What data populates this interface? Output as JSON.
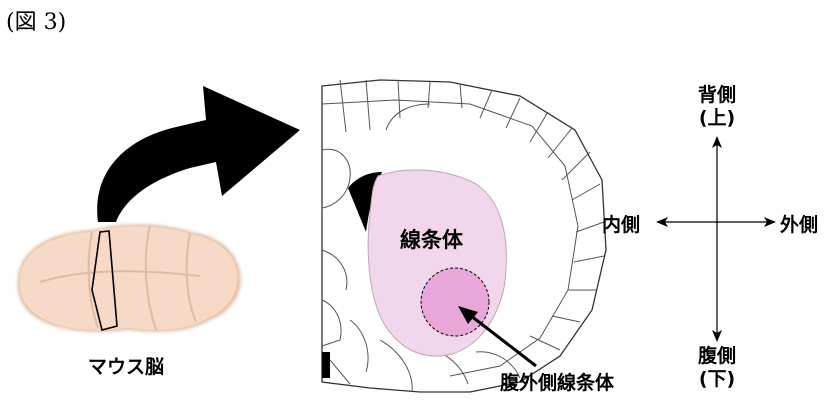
{
  "figure": {
    "caption": "(図 3)",
    "mouse_label": "マウス脳",
    "striatum_label": "線条体",
    "ventrolateral_label": "腹外側線条体",
    "compass": {
      "dorsal": "背側",
      "dorsal_sub": "(上)",
      "ventral": "腹側",
      "ventral_sub": "(下)",
      "medial": "内側",
      "lateral": "外側"
    }
  },
  "colors": {
    "brain_fill": "#f6d9c6",
    "brain_outline": "#d8b49c",
    "striatum_fill": "#f2d7ec",
    "vl_striatum_fill": "#e9a6d8",
    "arrow": "#000000"
  }
}
